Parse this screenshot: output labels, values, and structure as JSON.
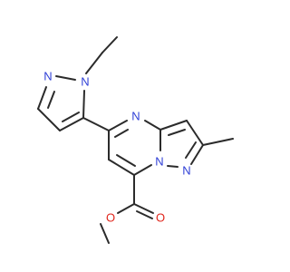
{
  "molecule": {
    "colors": {
      "carbon": "#2b2b2b",
      "nitrogen": "#2f3fd6",
      "oxygen": "#e0251b",
      "background": "#ffffff"
    },
    "atom_labels": {
      "n_pyrazole_ethyl": "N",
      "n_pyrazole_double": "N",
      "n_pyrimidine": "N",
      "n_bridge": "N",
      "n_pyrazole_fused": "N",
      "o_carbonyl": "O",
      "o_ester": "O"
    }
  }
}
